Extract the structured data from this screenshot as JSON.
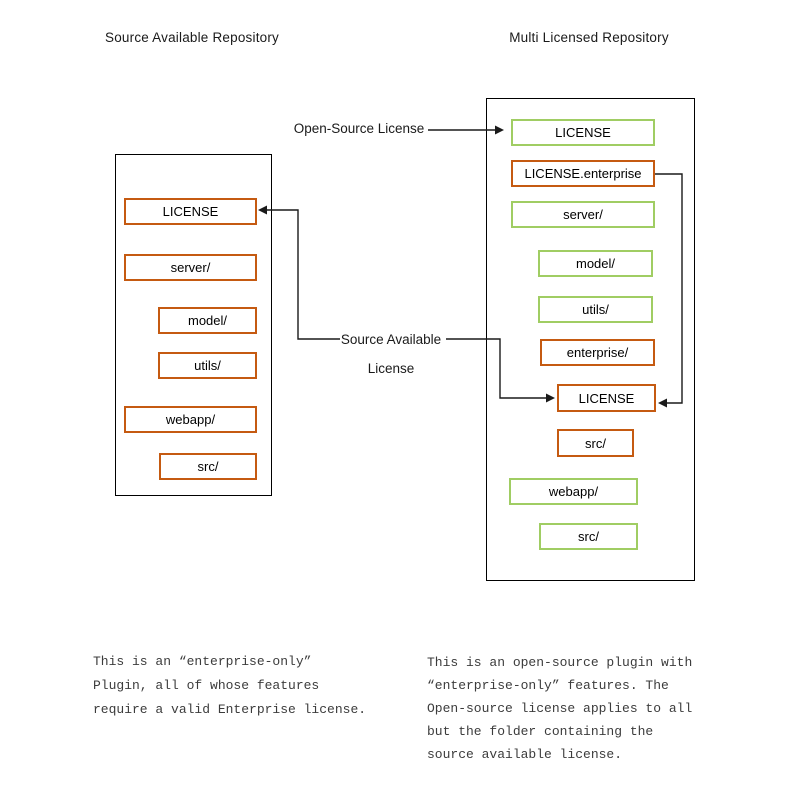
{
  "colors": {
    "orange": "#C55A11",
    "green": "#A0CD63",
    "line": "#1a1a1a"
  },
  "left_repo": {
    "title": "Source Available Repository",
    "items": [
      {
        "label": "LICENSE",
        "color": "orange"
      },
      {
        "label": "server/",
        "color": "orange"
      },
      {
        "label": "model/",
        "color": "orange"
      },
      {
        "label": "utils/",
        "color": "orange"
      },
      {
        "label": "webapp/",
        "color": "orange"
      },
      {
        "label": "src/",
        "color": "orange"
      }
    ]
  },
  "right_repo": {
    "title": "Multi Licensed Repository",
    "items": [
      {
        "label": "LICENSE",
        "color": "green"
      },
      {
        "label": "LICENSE.enterprise",
        "color": "orange"
      },
      {
        "label": "server/",
        "color": "green"
      },
      {
        "label": "model/",
        "color": "green"
      },
      {
        "label": "utils/",
        "color": "green"
      },
      {
        "label": "enterprise/",
        "color": "orange"
      },
      {
        "label": "LICENSE",
        "color": "orange"
      },
      {
        "label": "src/",
        "color": "orange"
      },
      {
        "label": "webapp/",
        "color": "green"
      },
      {
        "label": "src/",
        "color": "green"
      }
    ]
  },
  "connector_labels": {
    "open_source": "Open-Source License",
    "source_available_line1": "Source Available",
    "source_available_line2": "License"
  },
  "captions": {
    "left": [
      "This is an “enterprise-only”",
      "Plugin, all of whose features",
      "require a valid Enterprise license."
    ],
    "right": [
      "This is an open-source plugin with",
      "“enterprise-only” features. The",
      "Open-source license applies to all",
      "but the folder containing the",
      "source available license."
    ]
  }
}
